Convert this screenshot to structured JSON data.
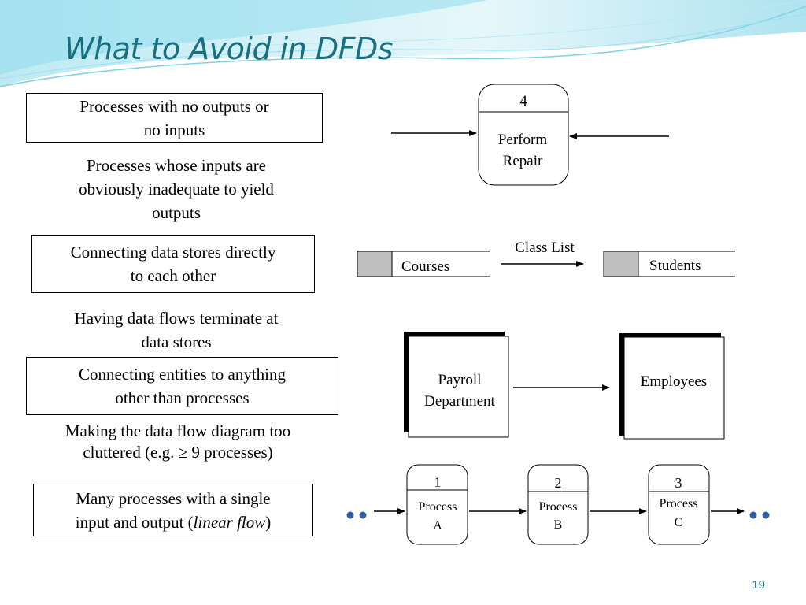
{
  "slide": {
    "title": "What to Avoid in DFDs",
    "page_number": "19"
  },
  "left": {
    "item1": {
      "line1": "Processes with no outputs or",
      "line2": "no inputs"
    },
    "item2": {
      "line1": "Processes  whose inputs are",
      "line2": "obviously inadequate to yield",
      "line3": "outputs"
    },
    "item3": {
      "line1": "Connecting data stores directly",
      "line2": "to each other"
    },
    "item4": {
      "line1": "Having data flows terminate at",
      "line2": "data stores"
    },
    "item5": {
      "line1": "Connecting entities to anything",
      "line2": "other than processes"
    },
    "item6": {
      "line1": "Making the data flow diagram too",
      "line2": "cluttered (e.g. ≥ 9 processes)"
    },
    "item7": {
      "line1": "Many processes with a single",
      "line2_prefix": "input and output (",
      "line2_italic": "linear flow",
      "line2_suffix": ")"
    }
  },
  "diagrams": {
    "repair": {
      "number": "4",
      "line1": "Perform",
      "line2": "Repair"
    },
    "stores": {
      "left_store": "Courses",
      "flow_label": "Class List",
      "right_store": "Students"
    },
    "entities": {
      "left_line1": "Payroll",
      "left_line2": "Department",
      "right": "Employees"
    },
    "linear": [
      {
        "number": "1",
        "line1": "Process",
        "line2": "A"
      },
      {
        "number": "2",
        "line1": "Process",
        "line2": "B"
      },
      {
        "number": "3",
        "line1": "Process",
        "line2": "C"
      }
    ]
  },
  "colors": {
    "title": "#1a6f7f",
    "dot": "#2f5fa6",
    "store_fill": "#c0c0c0",
    "wave": "#7fd3e6"
  }
}
